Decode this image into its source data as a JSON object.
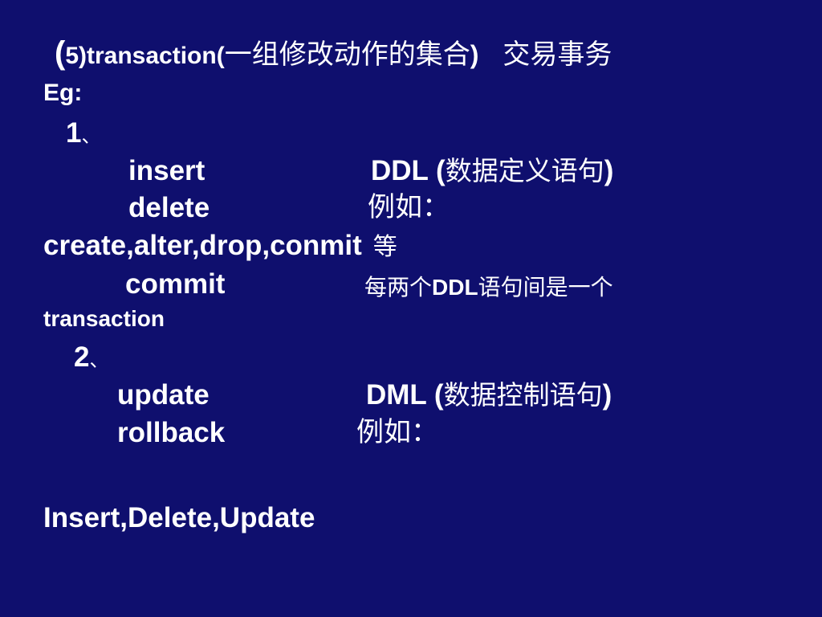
{
  "slide": {
    "title": {
      "paren_open": "(",
      "num": "5)transaction(",
      "cjk": "一组修改动作的集合",
      "close": ")",
      "translation": "交易事务"
    },
    "eg_label": "Eg:",
    "item1": {
      "num": "1",
      "mark": "、"
    },
    "ddl_rows": [
      {
        "keyword": "insert",
        "desc_latin": "DDL (",
        "desc_cjk": "数据定义语句",
        "desc_end": ")"
      },
      {
        "keyword": "delete",
        "desc_cjk": "例如："
      }
    ],
    "ddl_examples": {
      "list": "create,alter,drop,conmit",
      "suffix": "等"
    },
    "commit_row": {
      "keyword": "commit",
      "desc_cjk_a": "每两个",
      "desc_latin": "DDL",
      "desc_cjk_b": "语句间是一个"
    },
    "transaction_word": "transaction",
    "item2": {
      "num": "2",
      "mark": "、"
    },
    "dml_rows": [
      {
        "keyword": "update",
        "desc_latin": "DML (",
        "desc_cjk": "数据控制语句",
        "desc_end": ")"
      },
      {
        "keyword": "rollback",
        "desc_cjk": "例如："
      }
    ],
    "dml_examples": "Insert,Delete,Update"
  }
}
